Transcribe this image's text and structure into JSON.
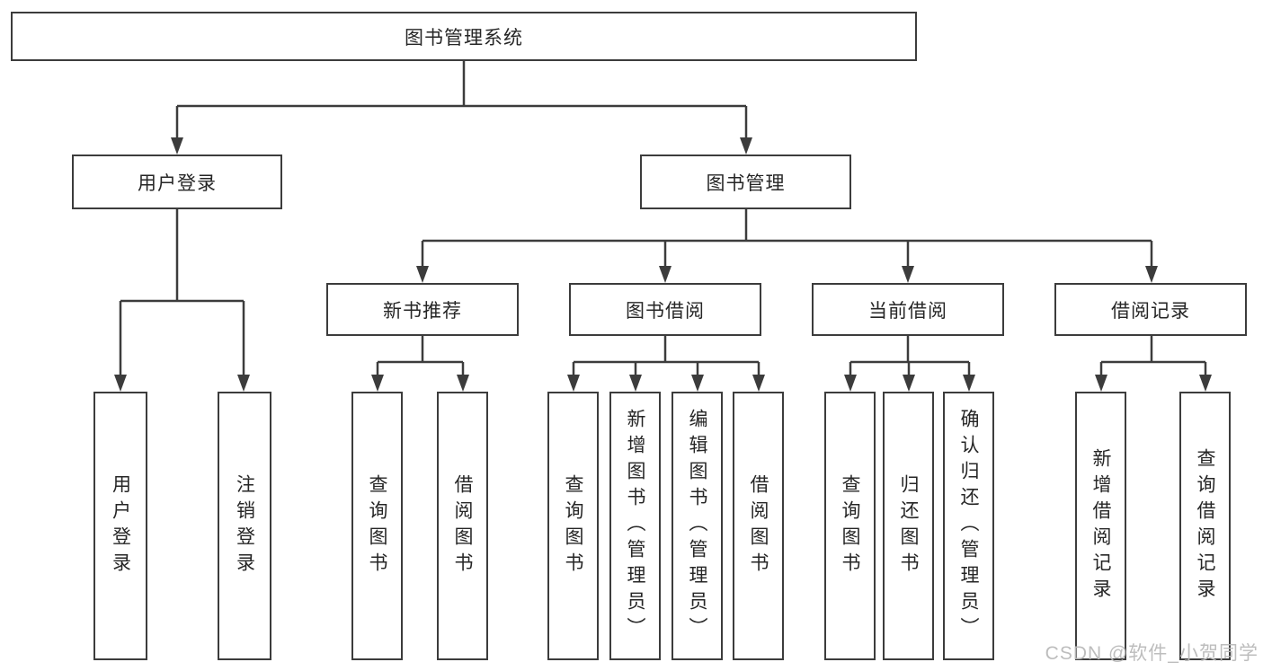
{
  "diagram": {
    "root": {
      "label": "图书管理系统"
    },
    "branches": [
      {
        "label": "用户登录",
        "children": [
          {
            "label": "用户登录"
          },
          {
            "label": "注销登录"
          }
        ]
      },
      {
        "label": "图书管理",
        "children": [
          {
            "label": "新书推荐",
            "children": [
              {
                "label": "查询图书"
              },
              {
                "label": "借阅图书"
              }
            ]
          },
          {
            "label": "图书借阅",
            "children": [
              {
                "label": "查询图书"
              },
              {
                "label": "新增图书（管理员）"
              },
              {
                "label": "编辑图书（管理员）"
              },
              {
                "label": "借阅图书"
              }
            ]
          },
          {
            "label": "当前借阅",
            "children": [
              {
                "label": "查询图书"
              },
              {
                "label": "归还图书"
              },
              {
                "label": "确认归还（管理员）"
              }
            ]
          },
          {
            "label": "借阅记录",
            "children": [
              {
                "label": "新增借阅记录"
              },
              {
                "label": "查询借阅记录"
              }
            ]
          }
        ]
      }
    ]
  },
  "colors": {
    "line": "#3c3c3c",
    "box_border": "#3c3c3c",
    "text": "#262626",
    "watermark": "#b9b9b9",
    "background": "#ffffff"
  },
  "watermark": {
    "text": "CSDN @软件_小贺同学"
  }
}
